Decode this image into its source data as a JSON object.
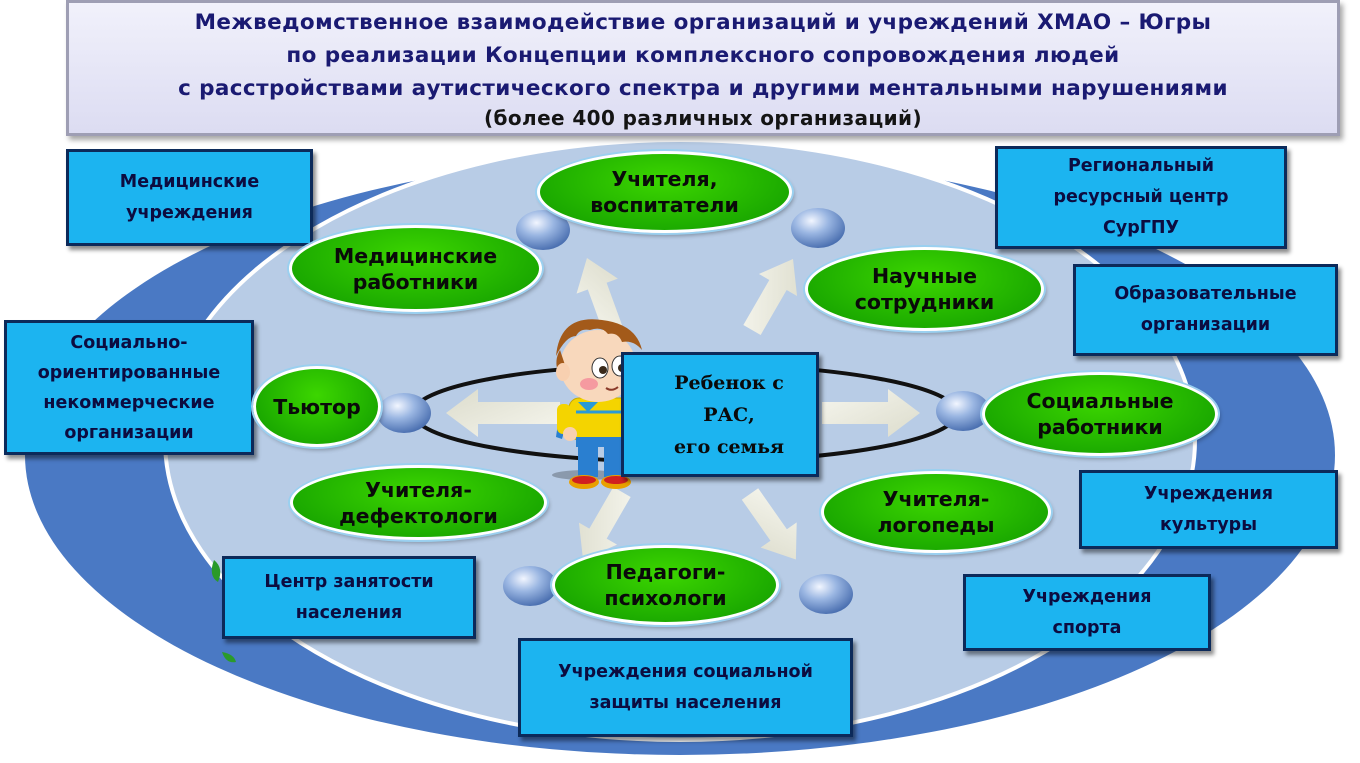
{
  "title": {
    "lines": [
      "Межведомственное взаимодействие организаций и учреждений ХМАО – Югры",
      "по реализации Концепции комплексного сопровождения людей",
      "с расстройствами аутистического спектра и другими ментальными нарушениями"
    ],
    "subtitle": "(более 400 различных организаций)"
  },
  "center": {
    "label": "Ребенок с\nРАС,\nего семья"
  },
  "organizations": [
    "Медицинские\nучреждения",
    "Социально-\nориентированные\nнекоммерческие\nорганизации",
    "Центр занятости\nнаселения",
    "Учреждения социальной\nзащиты населения",
    "Учреждения\nспорта",
    "Учреждения\nкультуры",
    "Образовательные\nорганизации",
    "Региональный\nресурсный центр\nСурГПУ"
  ],
  "roles": [
    "Учителя,\nвоспитатели",
    "Медицинские\nработники",
    "Научные\nсотрудники",
    "Тьютор",
    "Социальные\nработники",
    "Учителя-\nдефектологи",
    "Учителя-\nлогопеды",
    "Педагоги-\nпсихологи"
  ],
  "colors": {
    "outer_ellipse": "#4a79c4",
    "inner_ellipse": "#b8cce6",
    "org_box": "#1cb4f0",
    "role_ellipse": "#22b000",
    "arrow": "#eeeee2",
    "title_text": "#1a1a72"
  }
}
